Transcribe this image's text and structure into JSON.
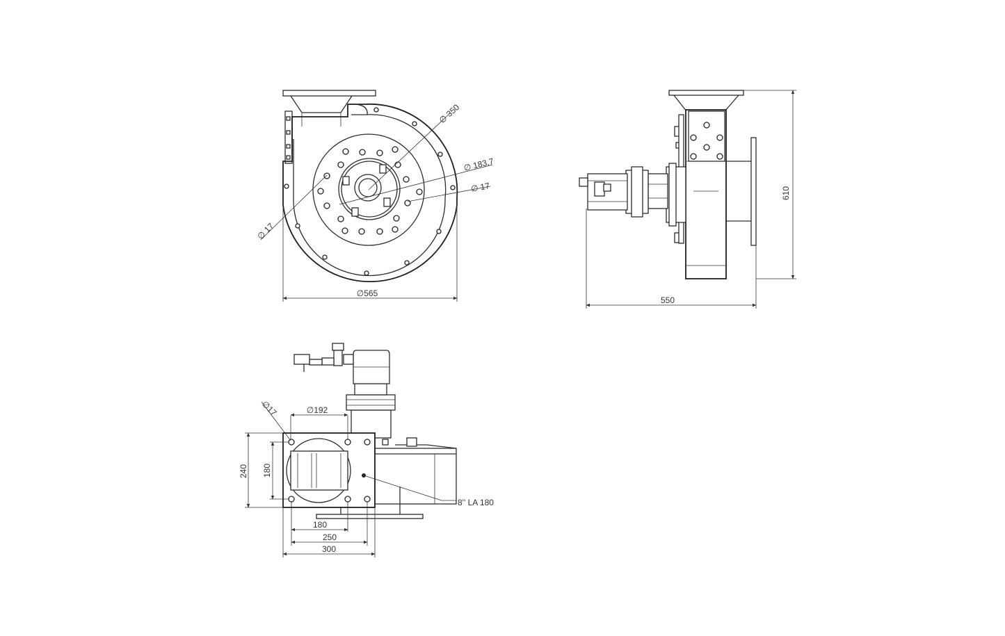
{
  "dimensions": {
    "front_overall_diameter": "∅565",
    "front_outer_circle": "∅ 350",
    "front_bolt_circle": "∅ 183,7",
    "front_hole_right": "∅ 17",
    "front_hole_left": "∅ 17",
    "side_height": "610",
    "side_width": "550",
    "flange_hole": "∅17",
    "flange_opening": "∅192",
    "flange_height_outer": "240",
    "flange_height_inner": "180",
    "flange_width_inner": "180",
    "flange_width_mid": "250",
    "flange_width_outer": "300",
    "motor_callout": "8'' LA 180"
  },
  "colors": {
    "line": "#2b2b2b",
    "background": "#ffffff"
  }
}
